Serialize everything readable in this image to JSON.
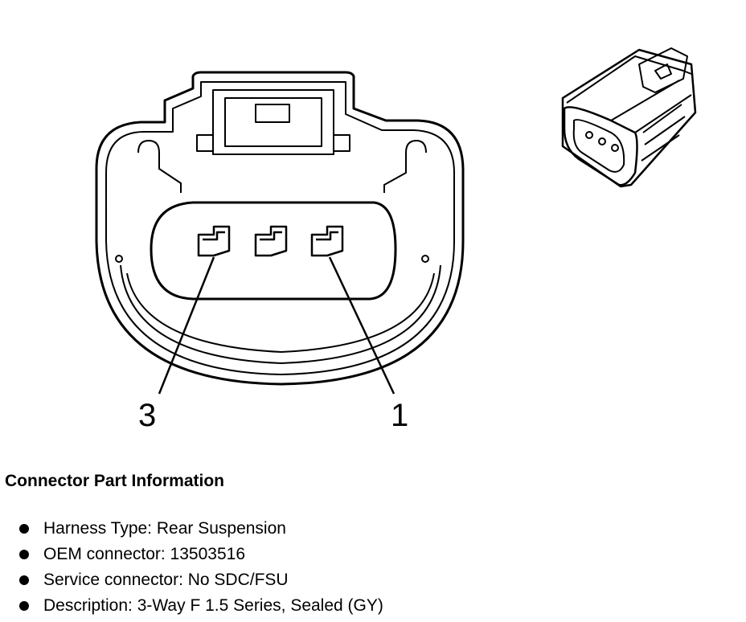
{
  "diagram": {
    "pin_labels": [
      "3",
      "1"
    ],
    "line_color": "#000000"
  },
  "info": {
    "heading": "Connector Part Information",
    "items": [
      "Harness Type: Rear Suspension",
      "OEM connector: 13503516",
      "Service connector: No SDC/FSU",
      "Description: 3-Way F 1.5 Series, Sealed (GY)"
    ]
  }
}
